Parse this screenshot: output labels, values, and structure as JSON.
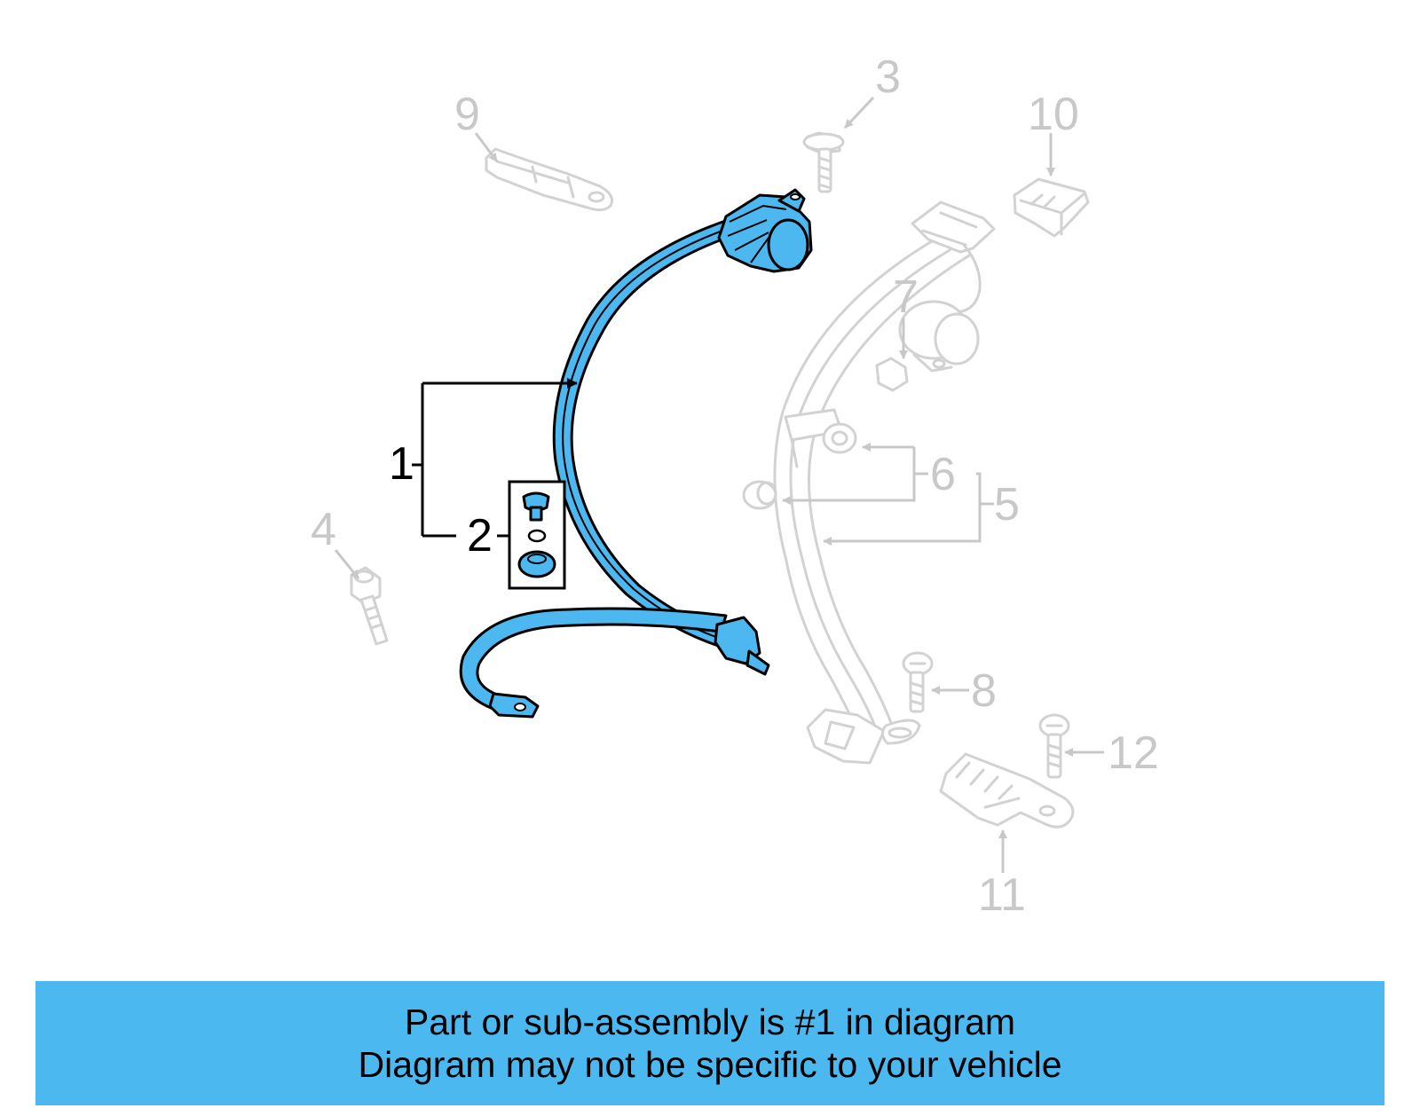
{
  "banner": {
    "line1": "Part or sub-assembly is #1 in diagram",
    "line2": "Diagram may not be specific to your vehicle",
    "color": "#4cb8f0"
  },
  "callouts": {
    "c1": "1",
    "c2": "2",
    "c3": "3",
    "c4": "4",
    "c5": "5",
    "c6": "6",
    "c7": "7",
    "c8": "8",
    "c9": "9",
    "c10": "10",
    "c11": "11",
    "c12": "12"
  },
  "colors": {
    "highlight": "#4cb8ef",
    "ghost_outline": "#d2d2d2",
    "callout_gray": "#c8c8c8"
  }
}
